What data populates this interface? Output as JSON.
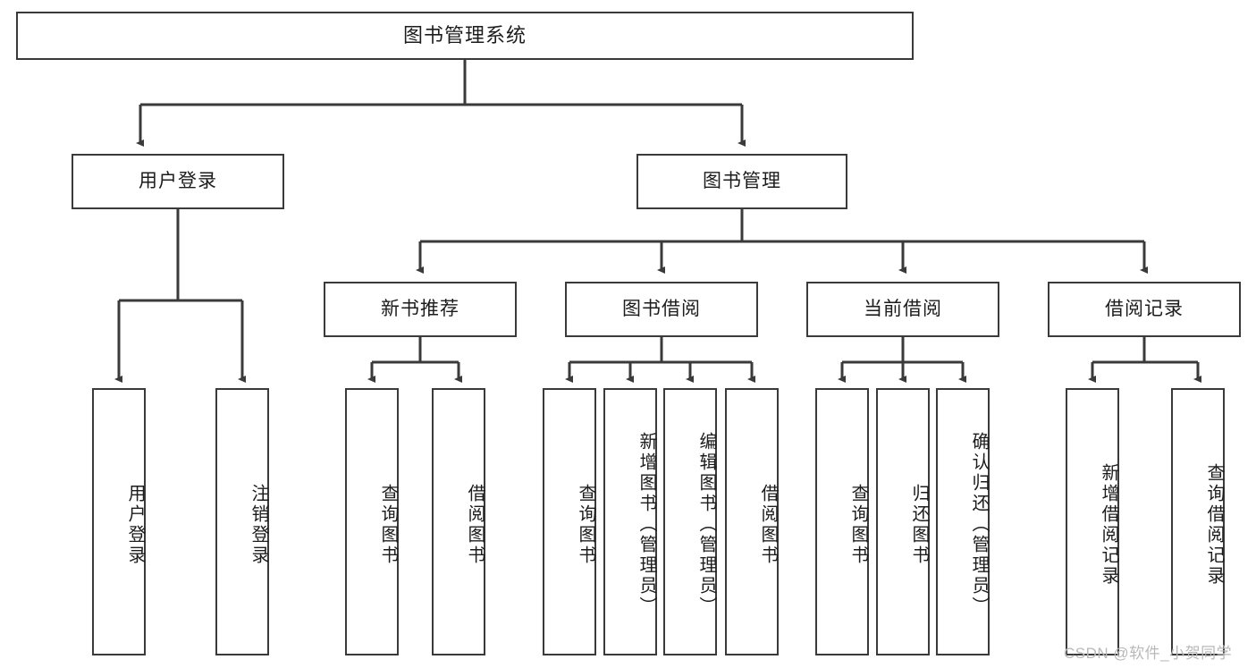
{
  "diagram": {
    "title": "图书管理系统",
    "type": "tree",
    "watermark": "CSDN @软件_小贺同学",
    "colors": {
      "stroke": "#3a3a3a",
      "fill": "#ffffff",
      "text": "#1c1c1c",
      "watermark": "#b9b9b9"
    },
    "nodes": {
      "root": {
        "label": "图书管理系统"
      },
      "level1": [
        {
          "label": "用户登录"
        },
        {
          "label": "图书管理"
        }
      ],
      "level2": [
        {
          "label": "新书推荐"
        },
        {
          "label": "图书借阅"
        },
        {
          "label": "当前借阅"
        },
        {
          "label": "借阅记录"
        }
      ],
      "leaves": {
        "user_login": [
          {
            "label": "用户登录"
          },
          {
            "label": "注销登录"
          }
        ],
        "new_book_rec": [
          {
            "label": "查询图书"
          },
          {
            "label": "借阅图书"
          }
        ],
        "book_borrow": [
          {
            "label": "查询图书"
          },
          {
            "label": "新增图书（管理员）"
          },
          {
            "label": "编辑图书（管理员）"
          },
          {
            "label": "借阅图书"
          }
        ],
        "current_borrow": [
          {
            "label": "查询图书"
          },
          {
            "label": "归还图书"
          },
          {
            "label": "确认归还（管理员）"
          }
        ],
        "borrow_record": [
          {
            "label": "新增借阅记录"
          },
          {
            "label": "查询借阅记录"
          }
        ]
      }
    }
  }
}
